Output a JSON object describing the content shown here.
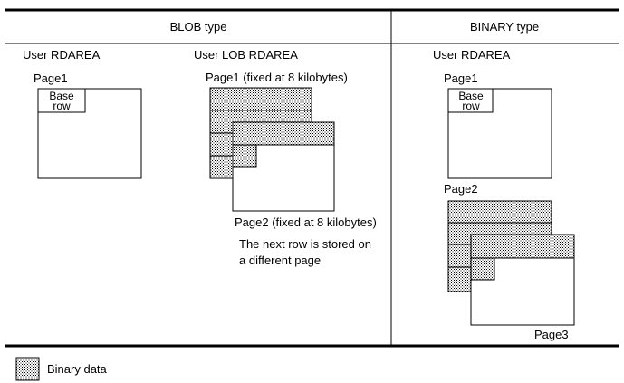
{
  "headers": {
    "blob": "BLOB type",
    "binary": "BINARY type"
  },
  "blob": {
    "user_rdarea": "User RDAREA",
    "user_page1": "Page1",
    "base": "Base",
    "row": "row",
    "lob_rdarea": "User LOB RDAREA",
    "lob_page1": "Page1 (fixed at 8 kilobytes)",
    "lob_page2": "Page2 (fixed at 8 kilobytes)",
    "note_line1": "The next row is stored on",
    "note_line2": "a different page"
  },
  "binary": {
    "user_rdarea": "User RDAREA",
    "page1": "Page1",
    "base": "Base",
    "row": "row",
    "page2": "Page2",
    "page3": "Page3"
  },
  "legend": {
    "label": "Binary data",
    "pattern": "dotted"
  }
}
